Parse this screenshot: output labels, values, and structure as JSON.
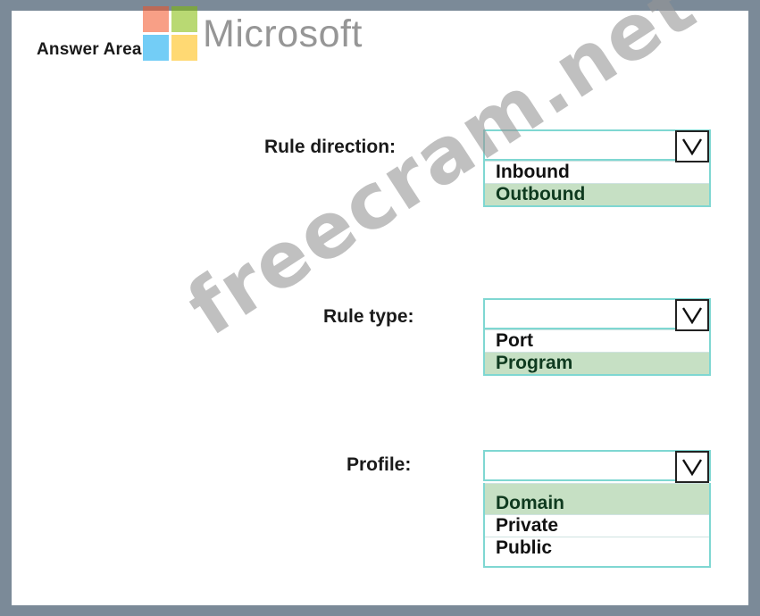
{
  "header": {
    "title": "Answer Area",
    "brand_text": "Microsoft"
  },
  "watermark": "freecram.net",
  "rule_direction": {
    "label": "Rule direction:",
    "options": [
      "Inbound",
      "Outbound"
    ],
    "selected": "Outbound"
  },
  "rule_type": {
    "label": "Rule type:",
    "options": [
      "Port",
      "Program"
    ],
    "selected": "Program"
  },
  "profile": {
    "label": "Profile:",
    "options": [
      "Domain",
      "Private",
      "Public"
    ],
    "selected": "Domain"
  },
  "colors": {
    "selected_bg": "#c6e0c4",
    "dropdown_border": "#7fd7d2",
    "page_border": "#7b8a98"
  },
  "icons": {
    "chevron": "chevron-down-icon",
    "logo": "microsoft-logo"
  }
}
